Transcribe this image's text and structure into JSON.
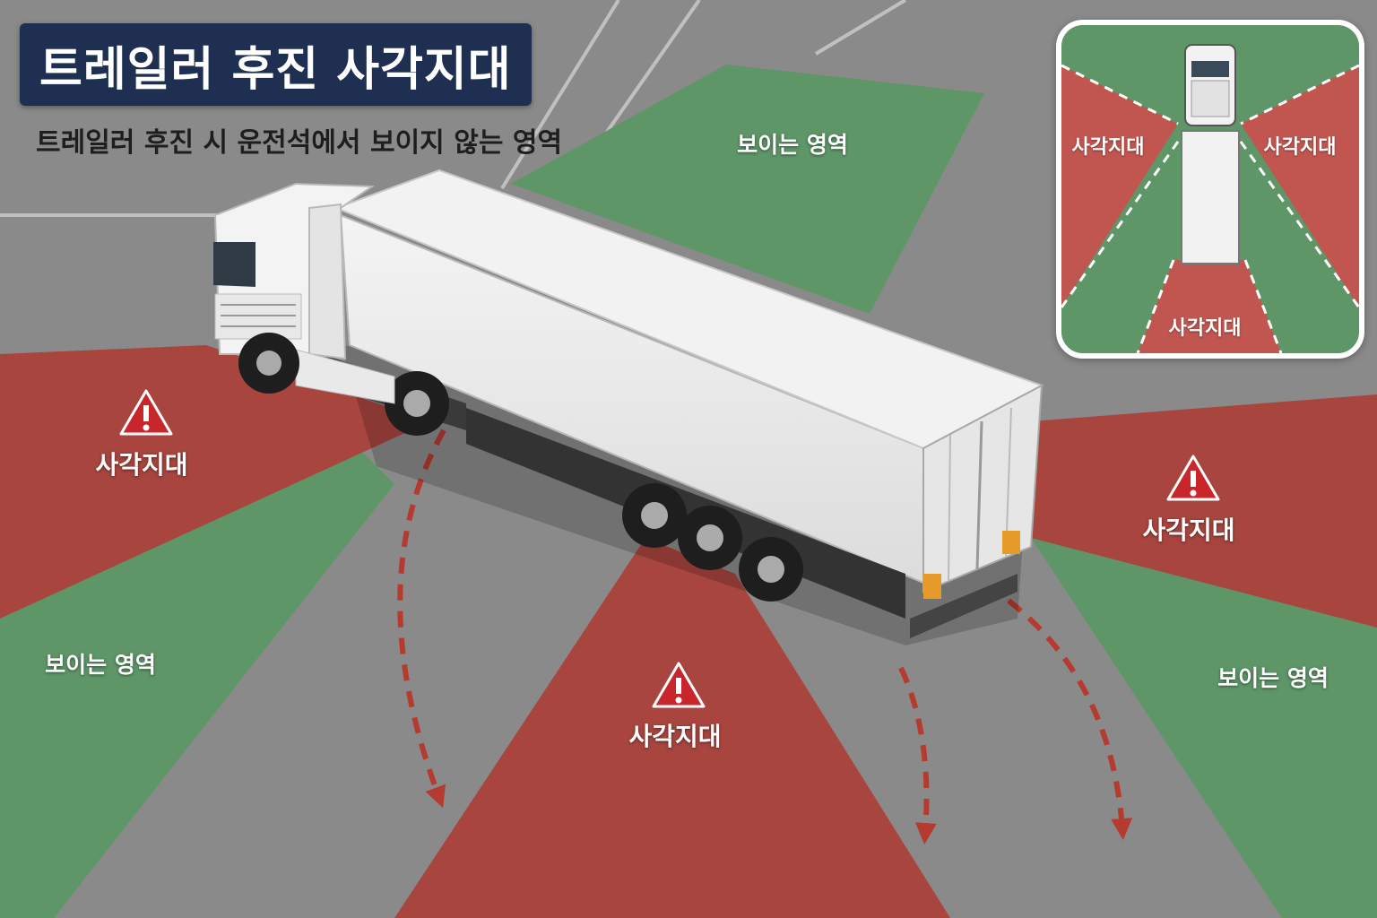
{
  "title": "트레일러 후진 사각지대",
  "subtitle": "트레일러 후진 시 운전석에서 보이지 않는 영역",
  "labels": {
    "visible": "보이는 영역",
    "blind": "사각지대"
  },
  "colors": {
    "blind_zone": "#a8453f",
    "visible_zone": "#5e9668",
    "ground": "#8c8c8c",
    "title_bg": "#1e2f52",
    "arrow": "#b53a30",
    "warning": "#c8262b"
  },
  "icons": {
    "warning": "warning-triangle-icon"
  }
}
